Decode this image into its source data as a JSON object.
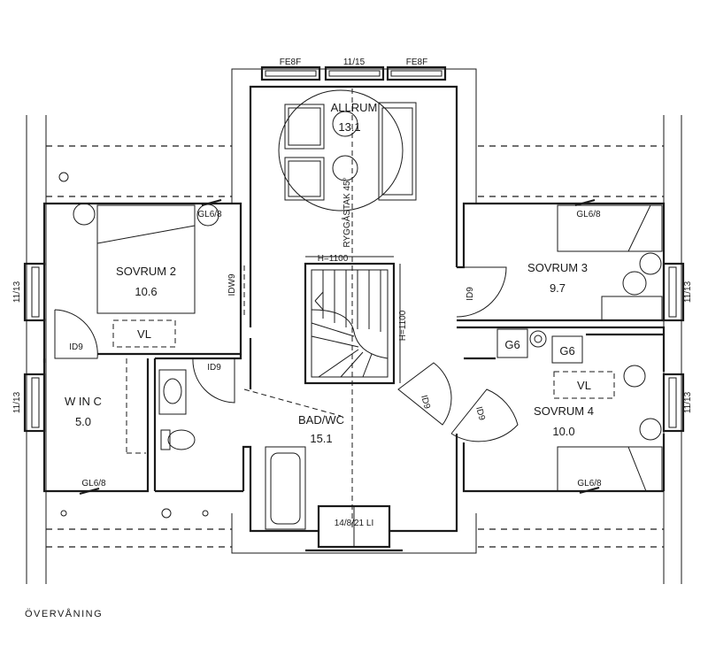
{
  "plan": {
    "caption": "ÖVERVÅNING",
    "rooms": {
      "allrum": {
        "name": "ALLRUM",
        "area": "13.1"
      },
      "sovrum2": {
        "name": "SOVRUM 2",
        "area": "10.6"
      },
      "sovrum3": {
        "name": "SOVRUM 3",
        "area": "9.7"
      },
      "sovrum4": {
        "name": "SOVRUM 4",
        "area": "10.0"
      },
      "winc": {
        "name": "W IN C",
        "area": "5.0"
      },
      "badwc": {
        "name": "BAD/WC",
        "area": "15.1"
      }
    },
    "windows": {
      "top_left": "FE8F",
      "top_mid": "11/15",
      "top_right": "FE8F",
      "left_upper": "11/13",
      "left_lower": "11/13",
      "right_upper": "11/13",
      "right_lower": "11/13",
      "bottom": "14/8/21 LI"
    },
    "labels": {
      "gl_sovrum2": "GL6/8",
      "gl_sovrum3": "GL6/8",
      "gl_winc": "GL6/8",
      "gl_sovrum4": "GL6/8",
      "vl_sovrum2": "VL",
      "vl_sovrum4": "VL",
      "g6_left": "G6",
      "g6_right": "G6",
      "ryggastak": "RYGGÅSTAK 45°",
      "h_top": "H=1100",
      "h_side": "H=1100"
    },
    "doors": {
      "sovrum2": "IDW9",
      "winc": "ID9",
      "bad": "ID9",
      "sovrum3": "ID9",
      "hall_left": "ID9",
      "hall_right": "ID9"
    }
  }
}
